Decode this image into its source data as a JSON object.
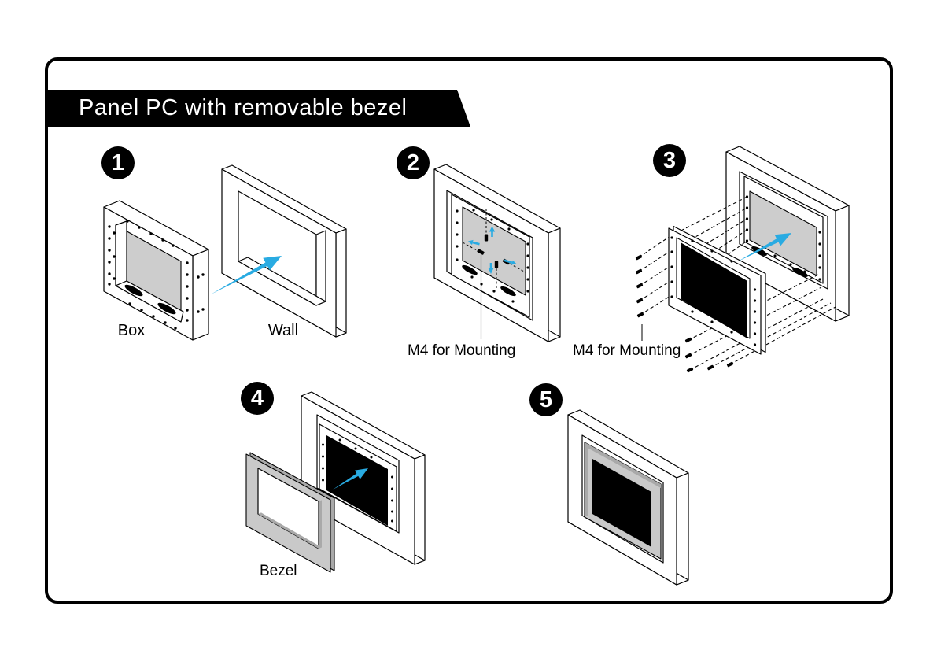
{
  "banner": {
    "title": "Panel PC with removable bezel"
  },
  "colors": {
    "accent": "#29ABE2",
    "panel_gray": "#cdcdcd",
    "bezel_gray": "#c9c9c9",
    "edge_gray": "#a9a9a9",
    "outline": "#000000"
  },
  "steps": {
    "s1": {
      "badge": "1",
      "box_label": "Box",
      "wall_label": "Wall"
    },
    "s2": {
      "badge": "2",
      "mounting_label": "M4 for Mounting"
    },
    "s3": {
      "badge": "3",
      "mounting_label": "M4 for Mounting"
    },
    "s4": {
      "badge": "4",
      "bezel_label": "Bezel"
    },
    "s5": {
      "badge": "5"
    }
  }
}
